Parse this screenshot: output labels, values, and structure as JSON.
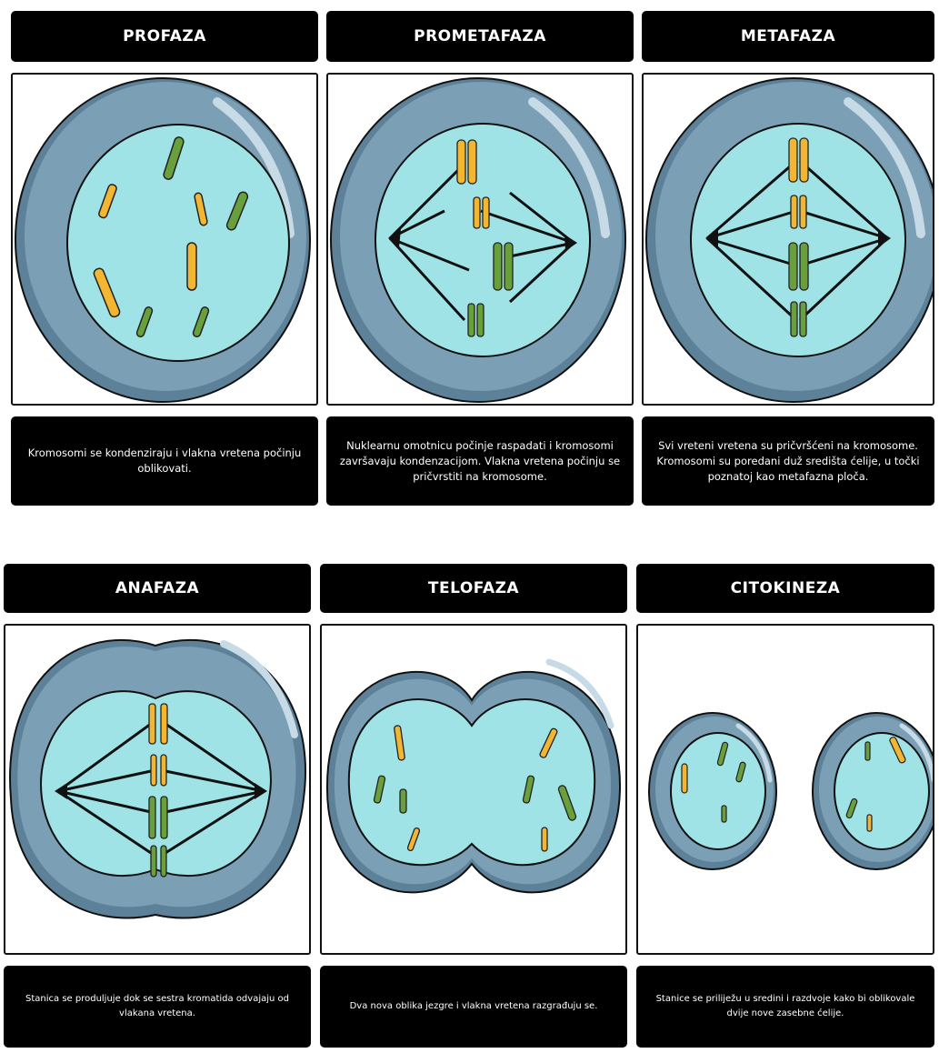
{
  "top_row": [
    {
      "title": "PROFAZA",
      "caption": "Kromosomi se kondenziraju i vlakna vretena počinju oblikovati."
    },
    {
      "title": "PROMETAFAZA",
      "caption": "Nuklearnu omotnicu počinje raspadati i kromosomi završavaju kondenzacijom. Vlakna vretena počinju se pričvrstiti na kromosome."
    },
    {
      "title": "METAFAZA",
      "caption": "Svi vreteni vretena su pričvršćeni na kromosome. Kromosomi su poredani duž središta ćelije, u točki poznatoj kao metafazna ploča."
    }
  ],
  "bottom_row": [
    {
      "title": "ANAFAZA",
      "caption": "Stanica se produljuje dok se sestra kromatida odvajaju od vlakana vretena."
    },
    {
      "title": "TELOFAZA",
      "caption": "Dva nova oblika jezgre i vlakna vretena razgrađuju se."
    },
    {
      "title": "CITOKINEZA",
      "caption": "Stanice se priliježu u sredini i razdvoje kako bi oblikovale dvije nove zasebne ćelije."
    }
  ],
  "colors": {
    "cell_membrane": "#7b9fb5",
    "cell_membrane_dark": "#5d8198",
    "nucleus": "#9fe3e6",
    "chromosome_orange": "#f2b632",
    "chromosome_green": "#6aa03c",
    "spindle": "#111111"
  }
}
